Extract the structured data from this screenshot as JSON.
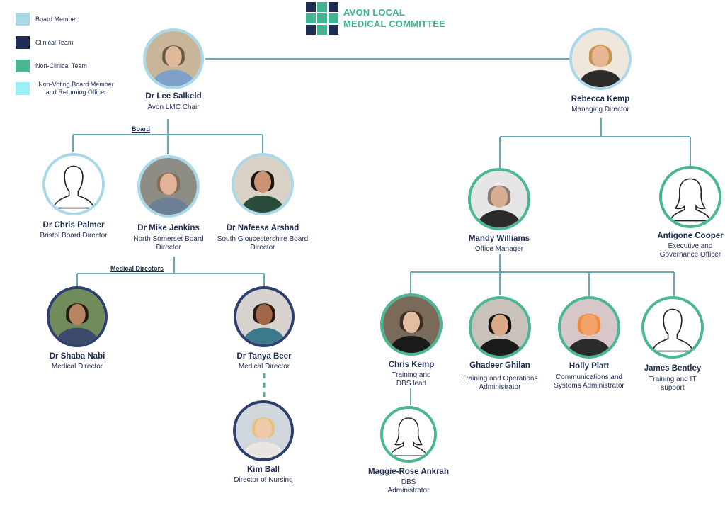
{
  "logo": {
    "line1": "AVON LOCAL",
    "line2": "MEDICAL COMMITTEE",
    "colors": [
      "#1f2d52",
      "#3fb593",
      "#1f2d52",
      "#3fb593",
      "#3fb593",
      "#3fb593",
      "#1f2d52",
      "#3fb593",
      "#1f2d52"
    ]
  },
  "legend": [
    {
      "label": "Board Member",
      "color": "#a9d8e8"
    },
    {
      "label": "Clinical Team",
      "color": "#1f2d52"
    },
    {
      "label": "Non-Clinical Team",
      "color": "#4ab694"
    },
    {
      "label": "Non-Voting Board Member and Returning Officer",
      "color": "#9eeef8"
    }
  ],
  "groups": {
    "board": "Board",
    "medical_directors": "Medical Directors"
  },
  "people": {
    "lee": {
      "name": "Dr Lee Salkeld",
      "role": "Avon LMC Chair",
      "ring": "#a9d8e8",
      "photo": "photo"
    },
    "rebecca": {
      "name": "Rebecca Kemp",
      "role": "Managing Director",
      "ring": "#a9d8e8",
      "photo": "photo"
    },
    "chris_p": {
      "name": "Dr Chris Palmer",
      "role": "Bristol Board Director",
      "ring": "#a9d8e8",
      "photo": "male-silhouette-icon"
    },
    "mike": {
      "name": "Dr Mike Jenkins",
      "role": "North Somerset Board Director",
      "ring": "#a9d8e8",
      "photo": "photo"
    },
    "nafeesa": {
      "name": "Dr Nafeesa Arshad",
      "role": "South Gloucestershire Board Director",
      "ring": "#a9d8e8",
      "photo": "photo"
    },
    "shaba": {
      "name": "Dr Shaba Nabi",
      "role": "Medical Director",
      "ring": "#2d3f6e",
      "photo": "photo"
    },
    "tanya": {
      "name": "Dr Tanya Beer",
      "role": "Medical Director",
      "ring": "#2d3f6e",
      "photo": "photo"
    },
    "kim": {
      "name": "Kim Ball",
      "role": "Director of Nursing",
      "ring": "#2d3f6e",
      "photo": "photo"
    },
    "mandy": {
      "name": "Mandy Williams",
      "role": "Office Manager",
      "ring": "#4ab694",
      "photo": "photo"
    },
    "antigone": {
      "name": "Antigone Cooper",
      "role": "Executive and Governance Officer",
      "ring": "#4ab694",
      "photo": "female-silhouette-icon"
    },
    "chris_k": {
      "name": "Chris Kemp",
      "role": "Training and DBS lead",
      "ring": "#4ab694",
      "photo": "photo"
    },
    "ghadeer": {
      "name": "Ghadeer Ghilan",
      "role": "Training and Operations Administrator",
      "ring": "#4ab694",
      "photo": "photo"
    },
    "holly": {
      "name": "Holly Platt",
      "role": "Communications and Systems Administrator",
      "ring": "#4ab694",
      "photo": "photo"
    },
    "james": {
      "name": "James Bentley",
      "role": "Training and IT support",
      "ring": "#4ab694",
      "photo": "male-silhouette-icon"
    },
    "maggie": {
      "name": "Maggie-Rose Ankrah",
      "role": "DBS Administrator",
      "ring": "#4ab694",
      "photo": "female-silhouette-icon"
    }
  },
  "colors": {
    "line": "#6aa9b2",
    "text": "#1f2d52"
  }
}
